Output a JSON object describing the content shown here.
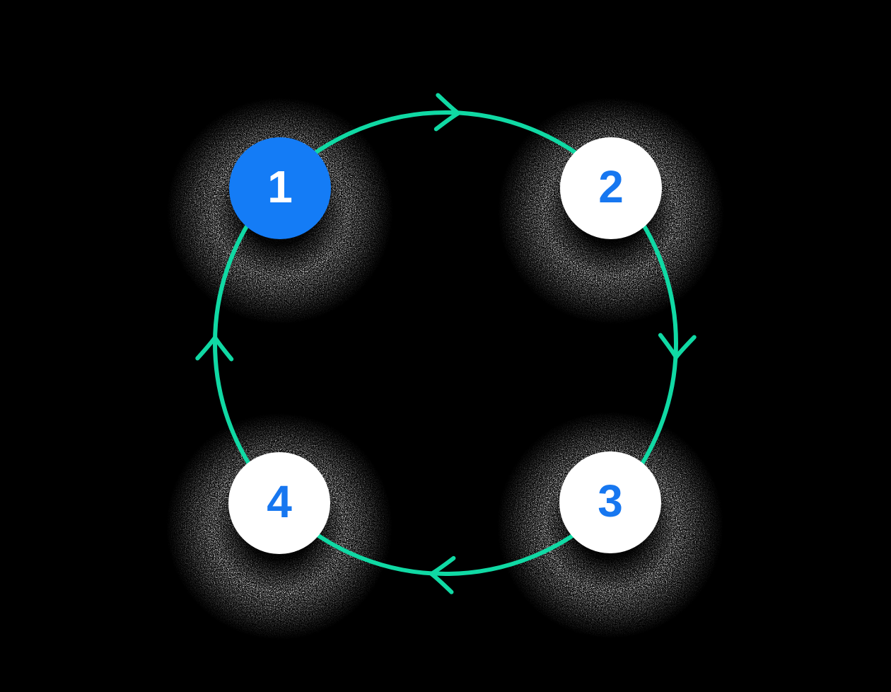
{
  "diagram": {
    "type": "cycle",
    "direction": "clockwise",
    "steps_order": [
      "1",
      "2",
      "3",
      "4"
    ],
    "nodes": [
      {
        "label": "1",
        "position": "top-left",
        "state": "active"
      },
      {
        "label": "2",
        "position": "top-right",
        "state": "default"
      },
      {
        "label": "3",
        "position": "bottom-right",
        "state": "default"
      },
      {
        "label": "4",
        "position": "bottom-left",
        "state": "default"
      }
    ],
    "arrowheads": [
      "right",
      "down",
      "left",
      "up"
    ],
    "colors": {
      "background": "#000000",
      "ring_green": "#10D9A4",
      "active_node_blue": "#147CF6",
      "number_blue": "#1777F0",
      "node_white": "#FFFFFF",
      "active_number_white": "#FFFFFF",
      "shadow_grain": "#FFFFFF"
    }
  }
}
